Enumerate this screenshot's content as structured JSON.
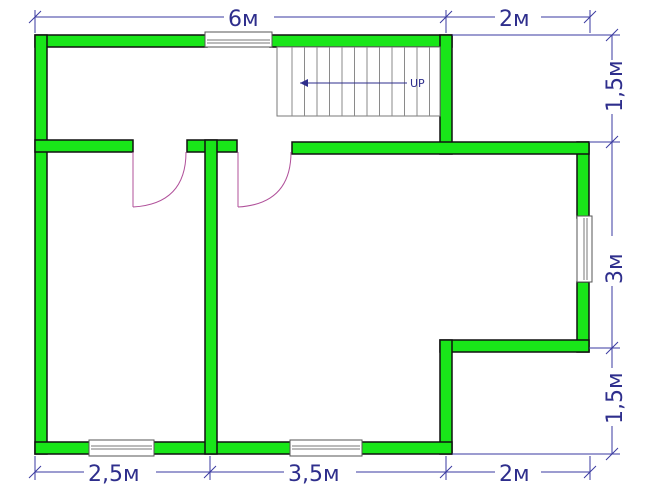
{
  "dimensions": {
    "top_left": "6м",
    "top_right": "2м",
    "right_top": "1,5м",
    "right_middle": "3м",
    "right_bottom": "1,5м",
    "bottom_left": "2,5м",
    "bottom_middle": "3,5м",
    "bottom_right": "2м"
  },
  "stairs": {
    "label": "UP"
  },
  "colors": {
    "wall": "#19e619",
    "dimension": "#2e2e8c",
    "door_swing": "#b0509a"
  }
}
